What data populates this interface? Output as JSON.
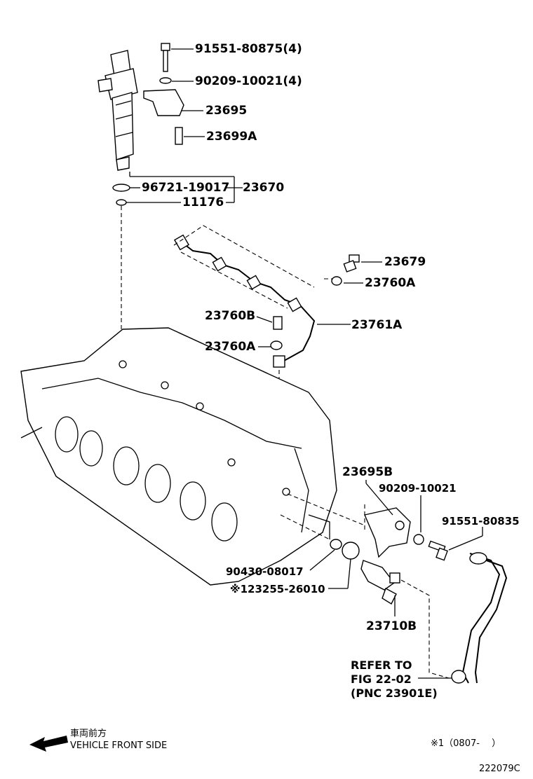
{
  "parts": {
    "bolt_injector": "91551-80875(4)",
    "washer_injector": "90209-10021(4)",
    "clamp": "23695",
    "pin": "23699A",
    "gasket": "96721-19017",
    "seal": "11176",
    "injector_assy": "23670",
    "union_bolt": "23679",
    "gasket_upper": "23760A",
    "union_bolt_b": "23760B",
    "gasket_lower": "23760A",
    "leak_pipe": "23761A",
    "bracket": "23695B",
    "washer_bracket": "90209-10021",
    "bolt_bracket": "91551-80835",
    "oring": "90430-08017",
    "gasket_note": "※123255-26010",
    "valve": "23710B"
  },
  "refer": {
    "line1": "REFER TO",
    "line2": "FIG 22-02",
    "line3": "(PNC 23901E)"
  },
  "footer": {
    "front_jp": "車両前方",
    "front_en": "VEHICLE FRONT SIDE",
    "note": "※1（0807-　  ）",
    "diagram_id": "222079C"
  }
}
